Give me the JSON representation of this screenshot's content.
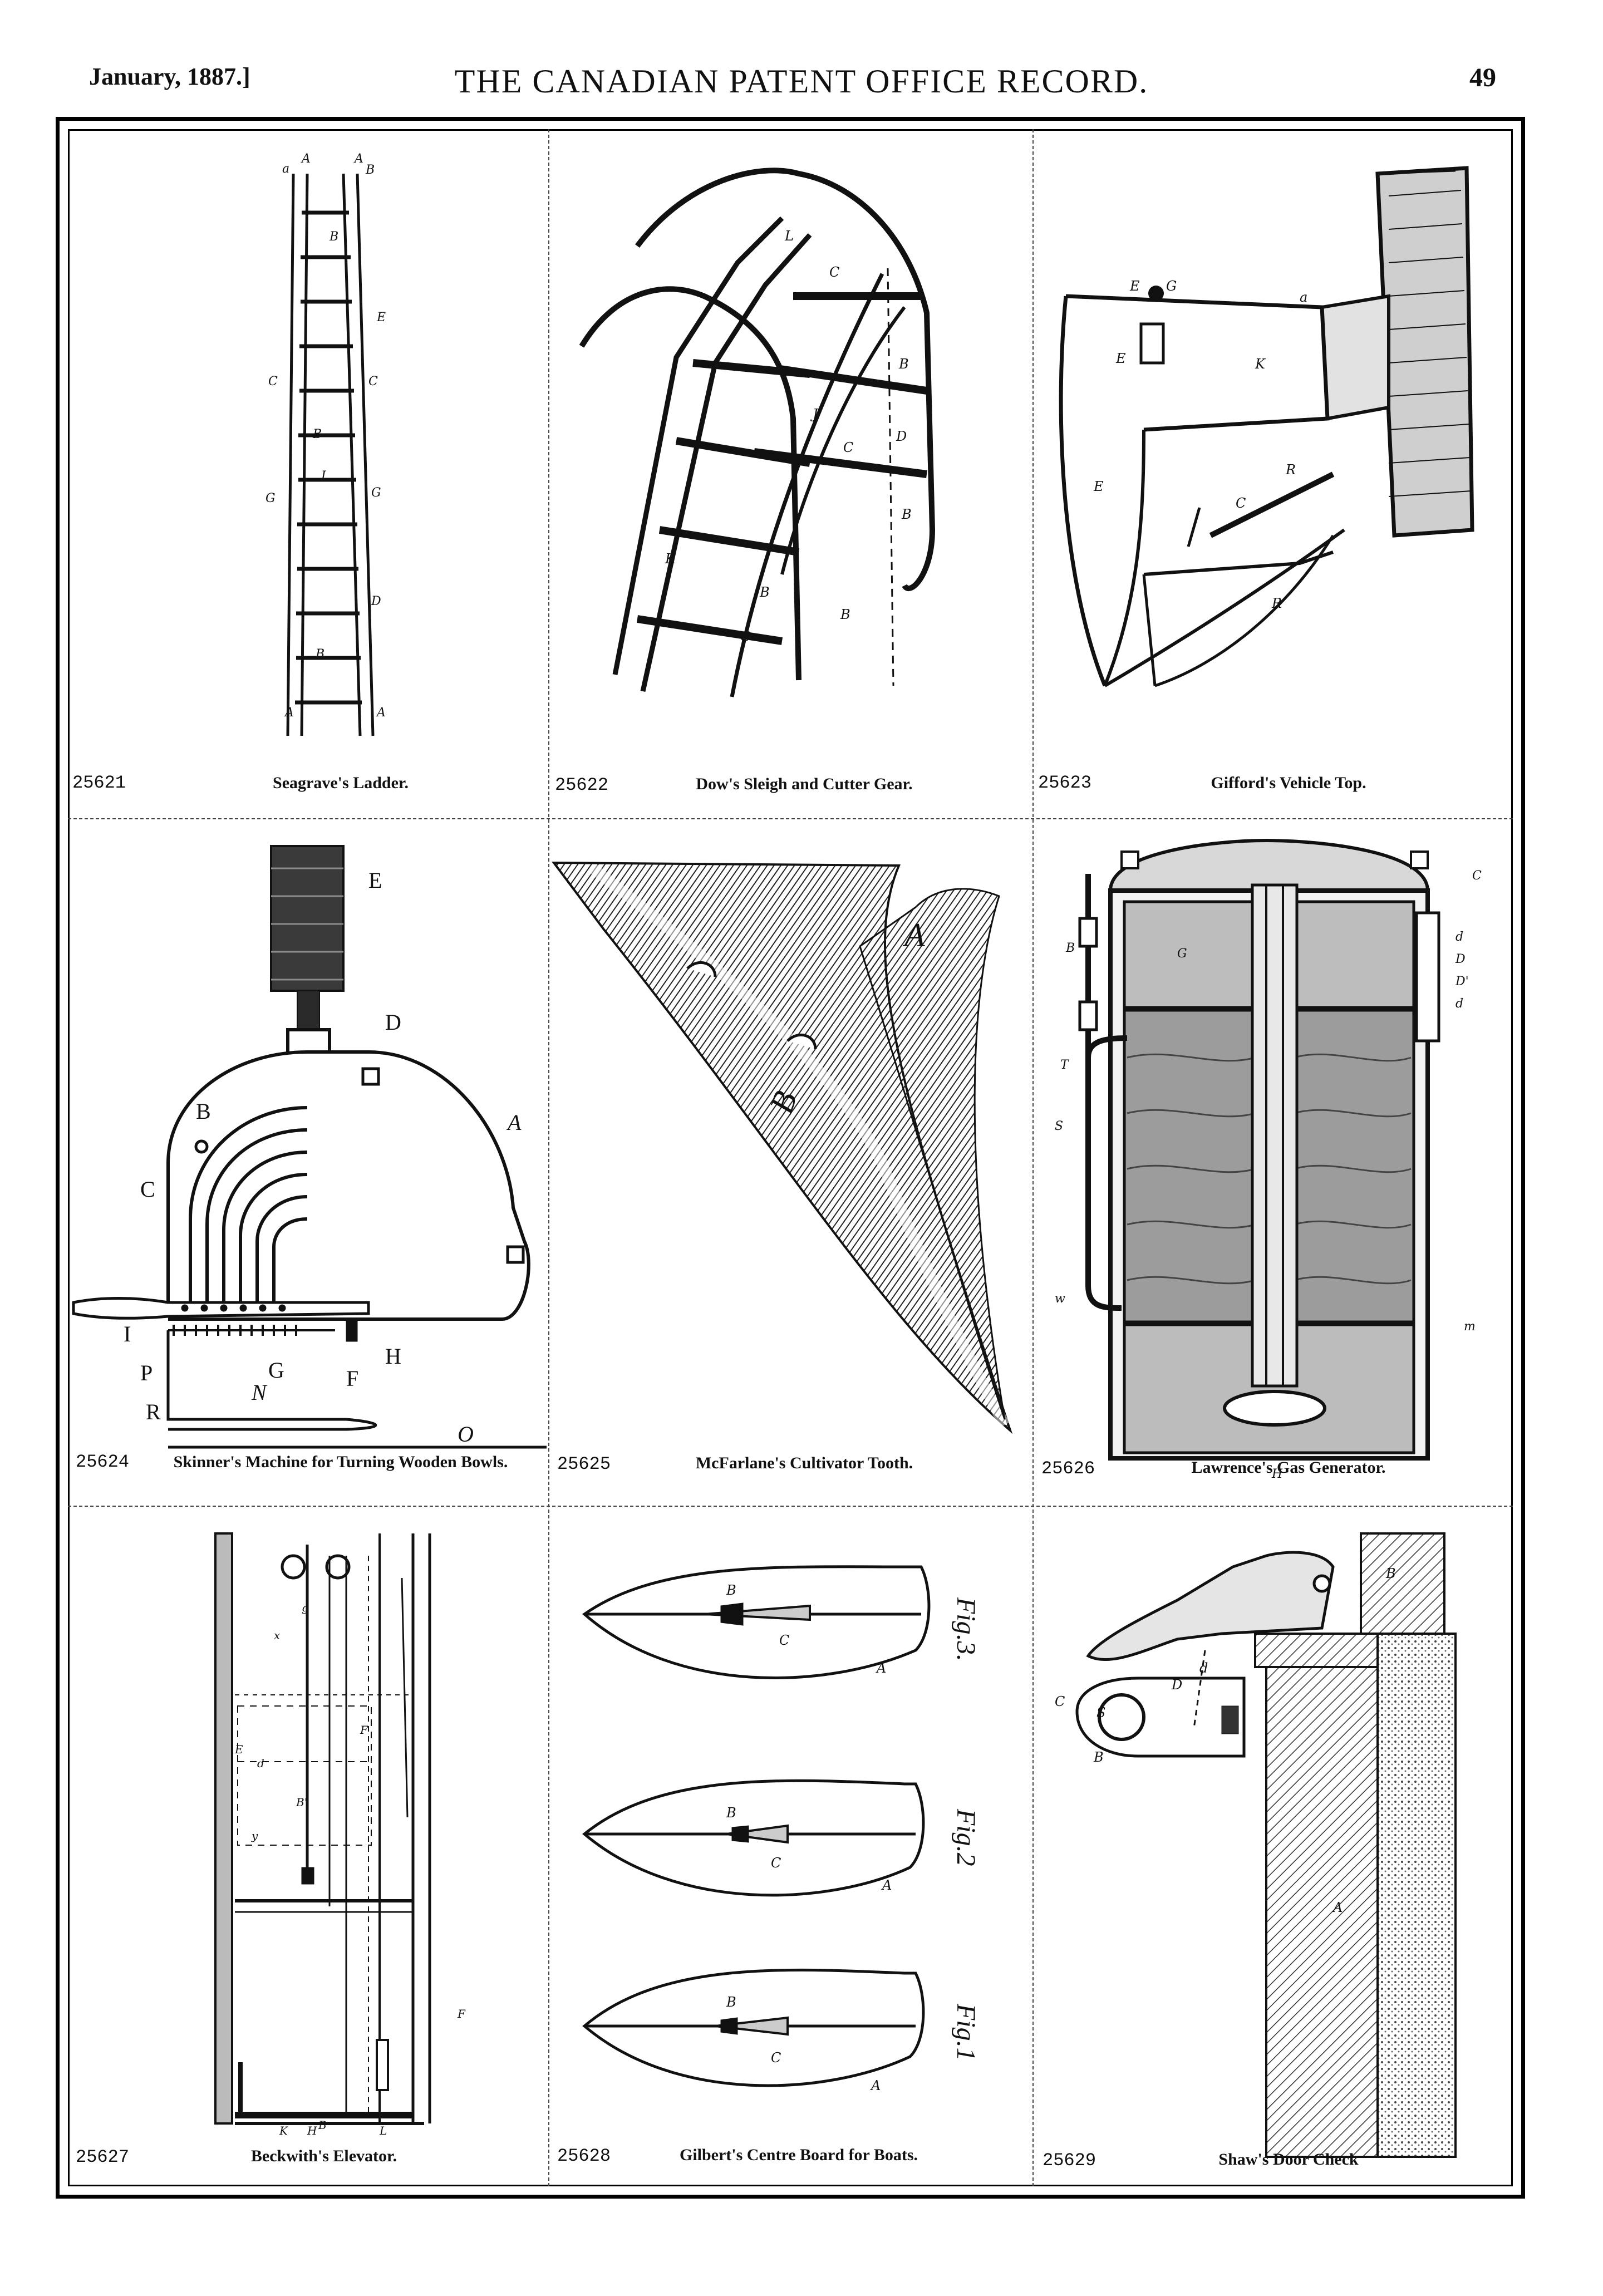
{
  "header": {
    "date": "January, 1887.]",
    "title": "THE CANADIAN PATENT OFFICE RECORD.",
    "page_number": "49"
  },
  "patents": [
    {
      "number": "25621",
      "caption": "Seagrave's Ladder.",
      "icon": "ladder-figure"
    },
    {
      "number": "25622",
      "caption": "Dow's Sleigh and Cutter Gear.",
      "icon": "sleigh-figure"
    },
    {
      "number": "25623",
      "caption": "Gifford's Vehicle Top.",
      "icon": "vehicle-top-figure"
    },
    {
      "number": "25624",
      "caption": "Skinner's Machine for Turning Wooden Bowls.",
      "icon": "bowl-machine-figure"
    },
    {
      "number": "25625",
      "caption": "McFarlane's Cultivator Tooth.",
      "icon": "cultivator-tooth-figure"
    },
    {
      "number": "25626",
      "caption": "Lawrence's Gas Generator.",
      "icon": "gas-generator-figure"
    },
    {
      "number": "25627",
      "caption": "Beckwith's Elevator.",
      "icon": "elevator-figure"
    },
    {
      "number": "25628",
      "caption": "Gilbert's Centre Board for Boats.",
      "icon": "centre-board-figure"
    },
    {
      "number": "25629",
      "caption": "Shaw's Door Check",
      "icon": "door-check-figure"
    }
  ],
  "figure_labels": {
    "fig3": "Fig.3.",
    "fig2": "Fig.2",
    "fig1": "Fig.1"
  },
  "label_letters": {
    "bowl": [
      "E",
      "D",
      "B",
      "A",
      "C",
      "I",
      "P",
      "G",
      "F",
      "H",
      "R",
      "N",
      "O"
    ],
    "tooth": [
      "A",
      "B"
    ]
  }
}
